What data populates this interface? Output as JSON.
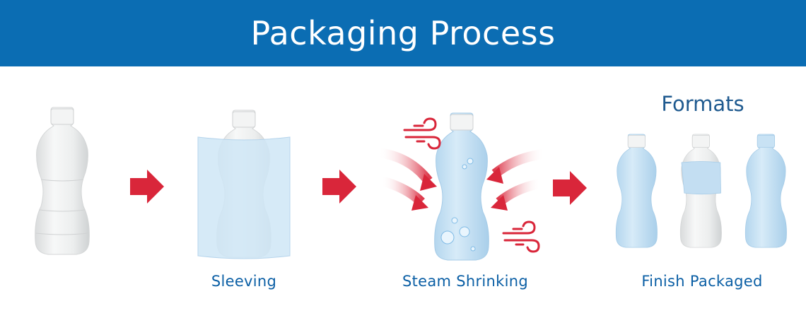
{
  "title": "Packaging Process",
  "steps": {
    "sleeving": "Sleeving",
    "steam": "Steam Shrinking",
    "finish": "Finish Packaged"
  },
  "formats_title": "Formats",
  "colors": {
    "header": "#0b6db3",
    "label": "#0b5fa5",
    "arrow": "#d9263a",
    "sleeve": "#cfe6f6",
    "bottle": "#f1f2f2"
  }
}
